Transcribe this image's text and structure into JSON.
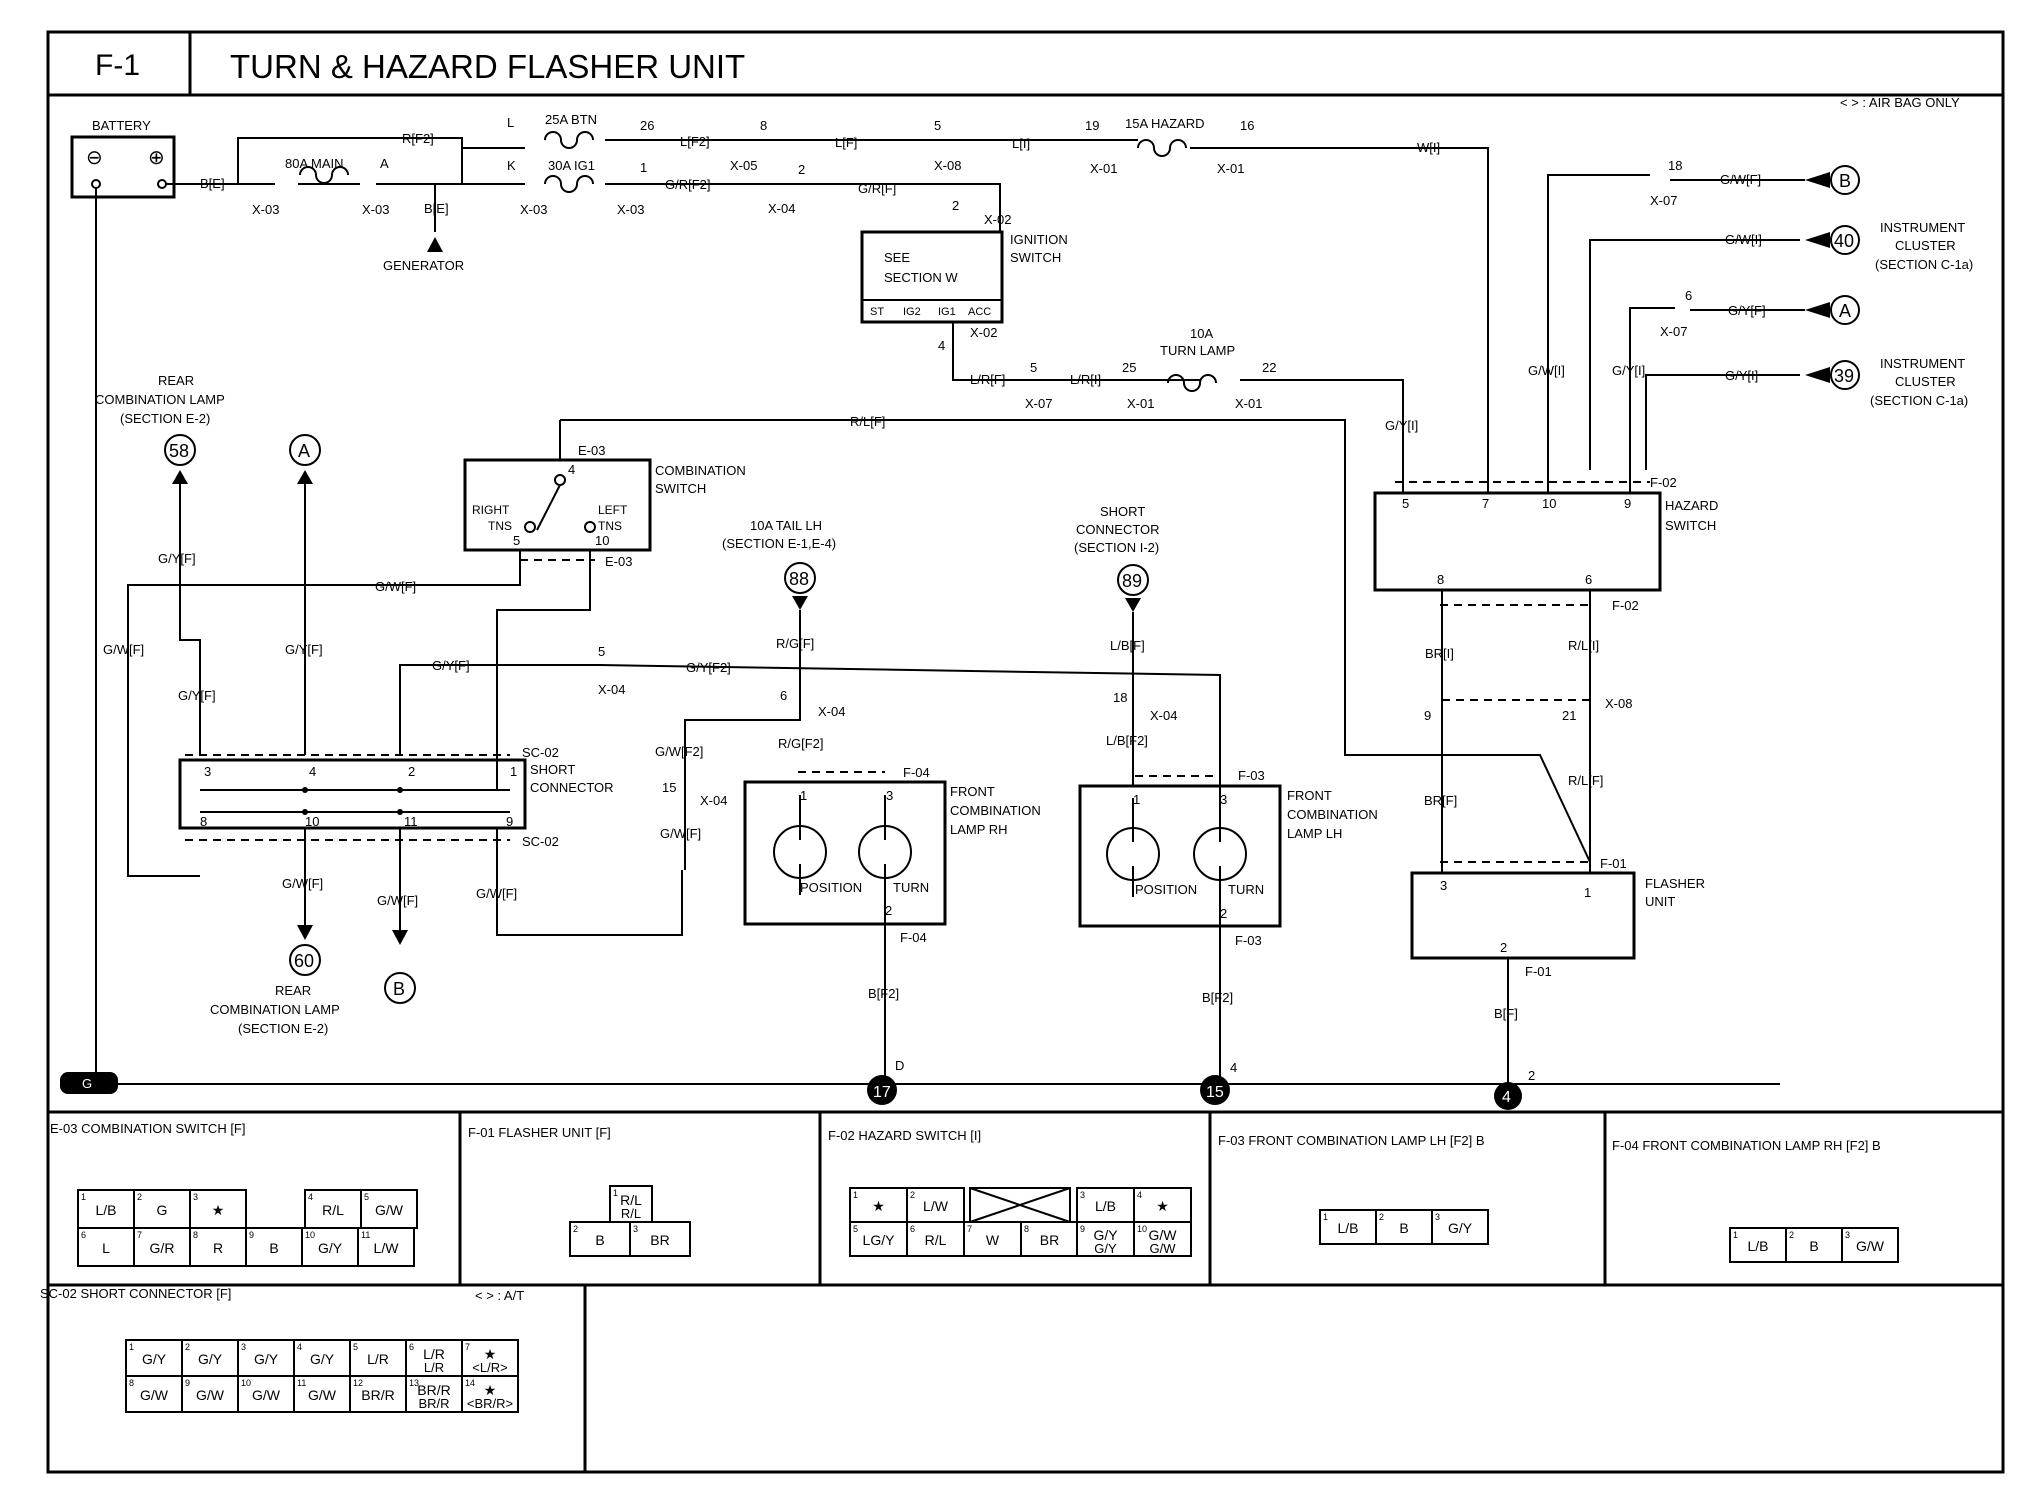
{
  "header": {
    "code": "F-1",
    "title": "TURN & HAZARD FLASHER UNIT",
    "note": "< > : AIR BAG ONLY"
  },
  "power": {
    "battery": "BATTERY",
    "minus": "⊖",
    "plus": "⊕",
    "fuse_main": "80A MAIN",
    "fuse_btn": "25A BTN",
    "fuse_ig1": "30A IG1",
    "fuse_hazard": "15A HAZARD",
    "fuse_turn": "10A",
    "fuse_turn2": "TURN LAMP",
    "generator": "GENERATOR",
    "w_b_e": "B[E]",
    "w_b_e2": "B[E]",
    "w_r_f2": "R[F2]",
    "w_l_f2": "L[F2]",
    "w_l_f": "L[F]",
    "w_l_i": "L[I]",
    "w_w_i": "W[I]",
    "w_gr_f2": "G/R[F2]",
    "w_gr_f": "G/R[F]",
    "w_lr_f": "L/R[F]",
    "w_lr_i": "L/R[I]",
    "p_a": "A",
    "p_l": "L",
    "p_k": "K",
    "p_26": "26",
    "p_1": "1",
    "p_8": "8",
    "p_2": "2",
    "p_5": "5",
    "p_19": "19",
    "p_16": "16",
    "p_2b": "2",
    "p_4": "4",
    "p_5b": "5",
    "p_25": "25",
    "p_22": "22",
    "c_x03a": "X-03",
    "c_x03b": "X-03",
    "c_x03c": "X-03",
    "c_x03d": "X-03",
    "c_x05": "X-05",
    "c_x04": "X-04",
    "c_x08": "X-08",
    "c_x01a": "X-01",
    "c_x01b": "X-01",
    "c_x02a": "X-02",
    "c_x02b": "X-02",
    "c_x07": "X-07",
    "c_x01c": "X-01",
    "c_x01d": "X-01"
  },
  "ignition": {
    "see": "SEE",
    "section": "SECTION W",
    "label1": "IGNITION",
    "label2": "SWITCH",
    "pos": [
      "ST",
      "IG2",
      "IG1",
      "ACC"
    ]
  },
  "right_side": {
    "w_gw_f": "G/W[F]",
    "w_gw_i": "G/W[I]",
    "w_gy_f": "G/Y[F]",
    "w_gy_i": "G/Y[I]",
    "w_gw_i2": "G/W[I]",
    "w_gy_i2": "G/Y[I]",
    "w_gy_i3": "G/Y[I]",
    "p_18": "18",
    "p_6": "6",
    "c_x07a": "X-07",
    "c_x07b": "X-07",
    "ref_b": "B",
    "ref_a": "A",
    "ref_40": "40",
    "ref_39": "39",
    "ic1a": "INSTRUMENT",
    "ic1b": "CLUSTER",
    "ic1c": "(SECTION C-1a)",
    "ic2a": "INSTRUMENT",
    "ic2b": "CLUSTER",
    "ic2c": "(SECTION C-1a)"
  },
  "hazard": {
    "l1": "HAZARD",
    "l2": "SWITCH",
    "conn_top": "F-02",
    "conn_bot": "F-02",
    "p5": "5",
    "p7": "7",
    "p10": "10",
    "p9": "9",
    "p8": "8",
    "p6": "6",
    "w_br_i": "BR[I]",
    "w_rl_i": "R/L[I]",
    "p9b": "9",
    "p21": "21",
    "c_x08": "X-08",
    "w_br_f": "BR[F]",
    "w_rl_f": "R/L[F]",
    "w_rl_f_top": "R/L[F]"
  },
  "flasher": {
    "l1": "FLASHER",
    "l2": "UNIT",
    "conn": "F-01",
    "conn2": "F-01",
    "p3": "3",
    "p1": "1",
    "p2": "2",
    "w_b_f": "B[F]",
    "g_pin": "2",
    "g_num": "4"
  },
  "combo_switch": {
    "l1": "COMBINATION",
    "l2": "SWITCH",
    "conn": "E-03",
    "conn2": "E-03",
    "p4": "4",
    "right": "RIGHT",
    "tns_r": "TNS",
    "left": "LEFT",
    "tns_l": "TNS",
    "p5": "5",
    "p10": "10"
  },
  "rear_left": {
    "l1": "REAR",
    "l2": "COMBINATION LAMP",
    "l3": "(SECTION E-2)",
    "ref": "58",
    "ref_a": "A",
    "w_gy_f": "G/Y[F]",
    "w_gw_f": "G/W[F]",
    "w_gw_f2": "G/W[F]",
    "w_gy_f2": "G/Y[F]",
    "w_gy_f3": "G/Y[F]",
    "w_gy_f4": "G/Y[F]",
    "w_gy_f2b": "G/Y[F2]",
    "p5": "5",
    "c_x04": "X-04"
  },
  "short_conn": {
    "l1": "SHORT",
    "l2": "CONNECTOR",
    "conn": "SC-02",
    "conn2": "SC-02",
    "p3": "3",
    "p4": "4",
    "p2": "2",
    "p1": "1",
    "p8": "8",
    "p10": "10",
    "p11": "11",
    "p9": "9",
    "w_gw_a": "G/W[F]",
    "w_gw_b": "G/W[F]",
    "w_gw_c": "G/W[F]",
    "ref_60": "60",
    "ref_b": "B",
    "r1": "REAR",
    "r2": "COMBINATION LAMP",
    "r3": "(SECTION E-2)"
  },
  "tail": {
    "l1": "10A TAIL LH",
    "l2": "(SECTION E-1,E-4)",
    "ref": "88",
    "w_rg_f": "R/G[F]",
    "p6": "6",
    "c_x04": "X-04",
    "w_rg_f2": "R/G[F2]",
    "w_gw_f2": "G/W[F2]",
    "p15": "15",
    "c_x04b": "X-04",
    "w_gw_f": "G/W[F]"
  },
  "short2": {
    "l1": "SHORT",
    "l2": "CONNECTOR",
    "l3": "(SECTION I-2)",
    "ref": "89",
    "w_lb_f": "L/B[F]",
    "p18": "18",
    "c_x04": "X-04",
    "w_lb_f2": "L/B[F2]"
  },
  "lamp_rh": {
    "l1": "FRONT",
    "l2": "COMBINATION",
    "l3": "LAMP RH",
    "conn": "F-04",
    "conn2": "F-04",
    "p1": "1",
    "p3": "3",
    "p2": "2",
    "pos": "POSITION",
    "turn": "TURN",
    "w_b_f2": "B[F2]",
    "g_pin": "D",
    "g_num": "17"
  },
  "lamp_lh": {
    "l1": "FRONT",
    "l2": "COMBINATION",
    "l3": "LAMP LH",
    "conn": "F-03",
    "conn2": "F-03",
    "p1": "1",
    "p3": "3",
    "p2": "2",
    "pos": "POSITION",
    "turn": "TURN",
    "w_b_f2": "B[F2]",
    "g_pin": "4",
    "g_num": "15"
  },
  "ground": {
    "g": "G"
  },
  "connectors": {
    "e03": {
      "title": "E-03 COMBINATION SWITCH [F]",
      "cells": [
        [
          "1",
          "L/B"
        ],
        [
          "2",
          "G"
        ],
        [
          "3",
          "★"
        ],
        [
          "4",
          "R/L"
        ],
        [
          "5",
          "G/W"
        ],
        [
          "6",
          "L"
        ],
        [
          "7",
          "G/R"
        ],
        [
          "8",
          "R"
        ],
        [
          "9",
          "B"
        ],
        [
          "10",
          "G/Y"
        ],
        [
          "11",
          "L/W"
        ]
      ]
    },
    "f01": {
      "title": "F-01 FLASHER UNIT [F]",
      "cells": [
        [
          "1",
          "R/L"
        ],
        [
          "2",
          "B"
        ],
        [
          "3",
          "BR"
        ]
      ],
      "c1b": "R/L"
    },
    "f02": {
      "title": "F-02 HAZARD SWITCH [I]",
      "cells": [
        [
          "1",
          "★"
        ],
        [
          "2",
          "L/W"
        ],
        [
          "3",
          "L/B"
        ],
        [
          "4",
          "★"
        ],
        [
          "5",
          "LG/Y"
        ],
        [
          "6",
          "R/L"
        ],
        [
          "7",
          "W"
        ],
        [
          "8",
          "BR"
        ],
        [
          "9",
          "G/Y"
        ],
        [
          "10",
          "G/W"
        ]
      ],
      "c9b": "G/Y",
      "c10b": "G/W"
    },
    "f03": {
      "title": "F-03 FRONT COMBINATION LAMP LH [F2] B",
      "cells": [
        [
          "1",
          "L/B"
        ],
        [
          "2",
          "B"
        ],
        [
          "3",
          "G/Y"
        ]
      ]
    },
    "f04": {
      "title": "F-04 FRONT COMBINATION LAMP RH [F2] B",
      "cells": [
        [
          "1",
          "L/B"
        ],
        [
          "2",
          "B"
        ],
        [
          "3",
          "G/W"
        ]
      ]
    },
    "sc02": {
      "title": "SC-02 SHORT CONNECTOR [F]",
      "note": "< > : A/T",
      "top": [
        [
          "1",
          "G/Y"
        ],
        [
          "2",
          "G/Y"
        ],
        [
          "3",
          "G/Y"
        ],
        [
          "4",
          "G/Y"
        ],
        [
          "5",
          "L/R"
        ],
        [
          "6",
          "L/R"
        ],
        [
          "7",
          "★"
        ]
      ],
      "bot": [
        [
          "8",
          "G/W"
        ],
        [
          "9",
          "G/W"
        ],
        [
          "10",
          "G/W"
        ],
        [
          "11",
          "G/W"
        ],
        [
          "12",
          "BR/R"
        ],
        [
          "13",
          "BR/R"
        ],
        [
          "14",
          "★"
        ]
      ],
      "c6b": "L/R",
      "c7b": "<L/R>",
      "c13b": "BR/R",
      "c14b": "<BR/R>"
    }
  }
}
